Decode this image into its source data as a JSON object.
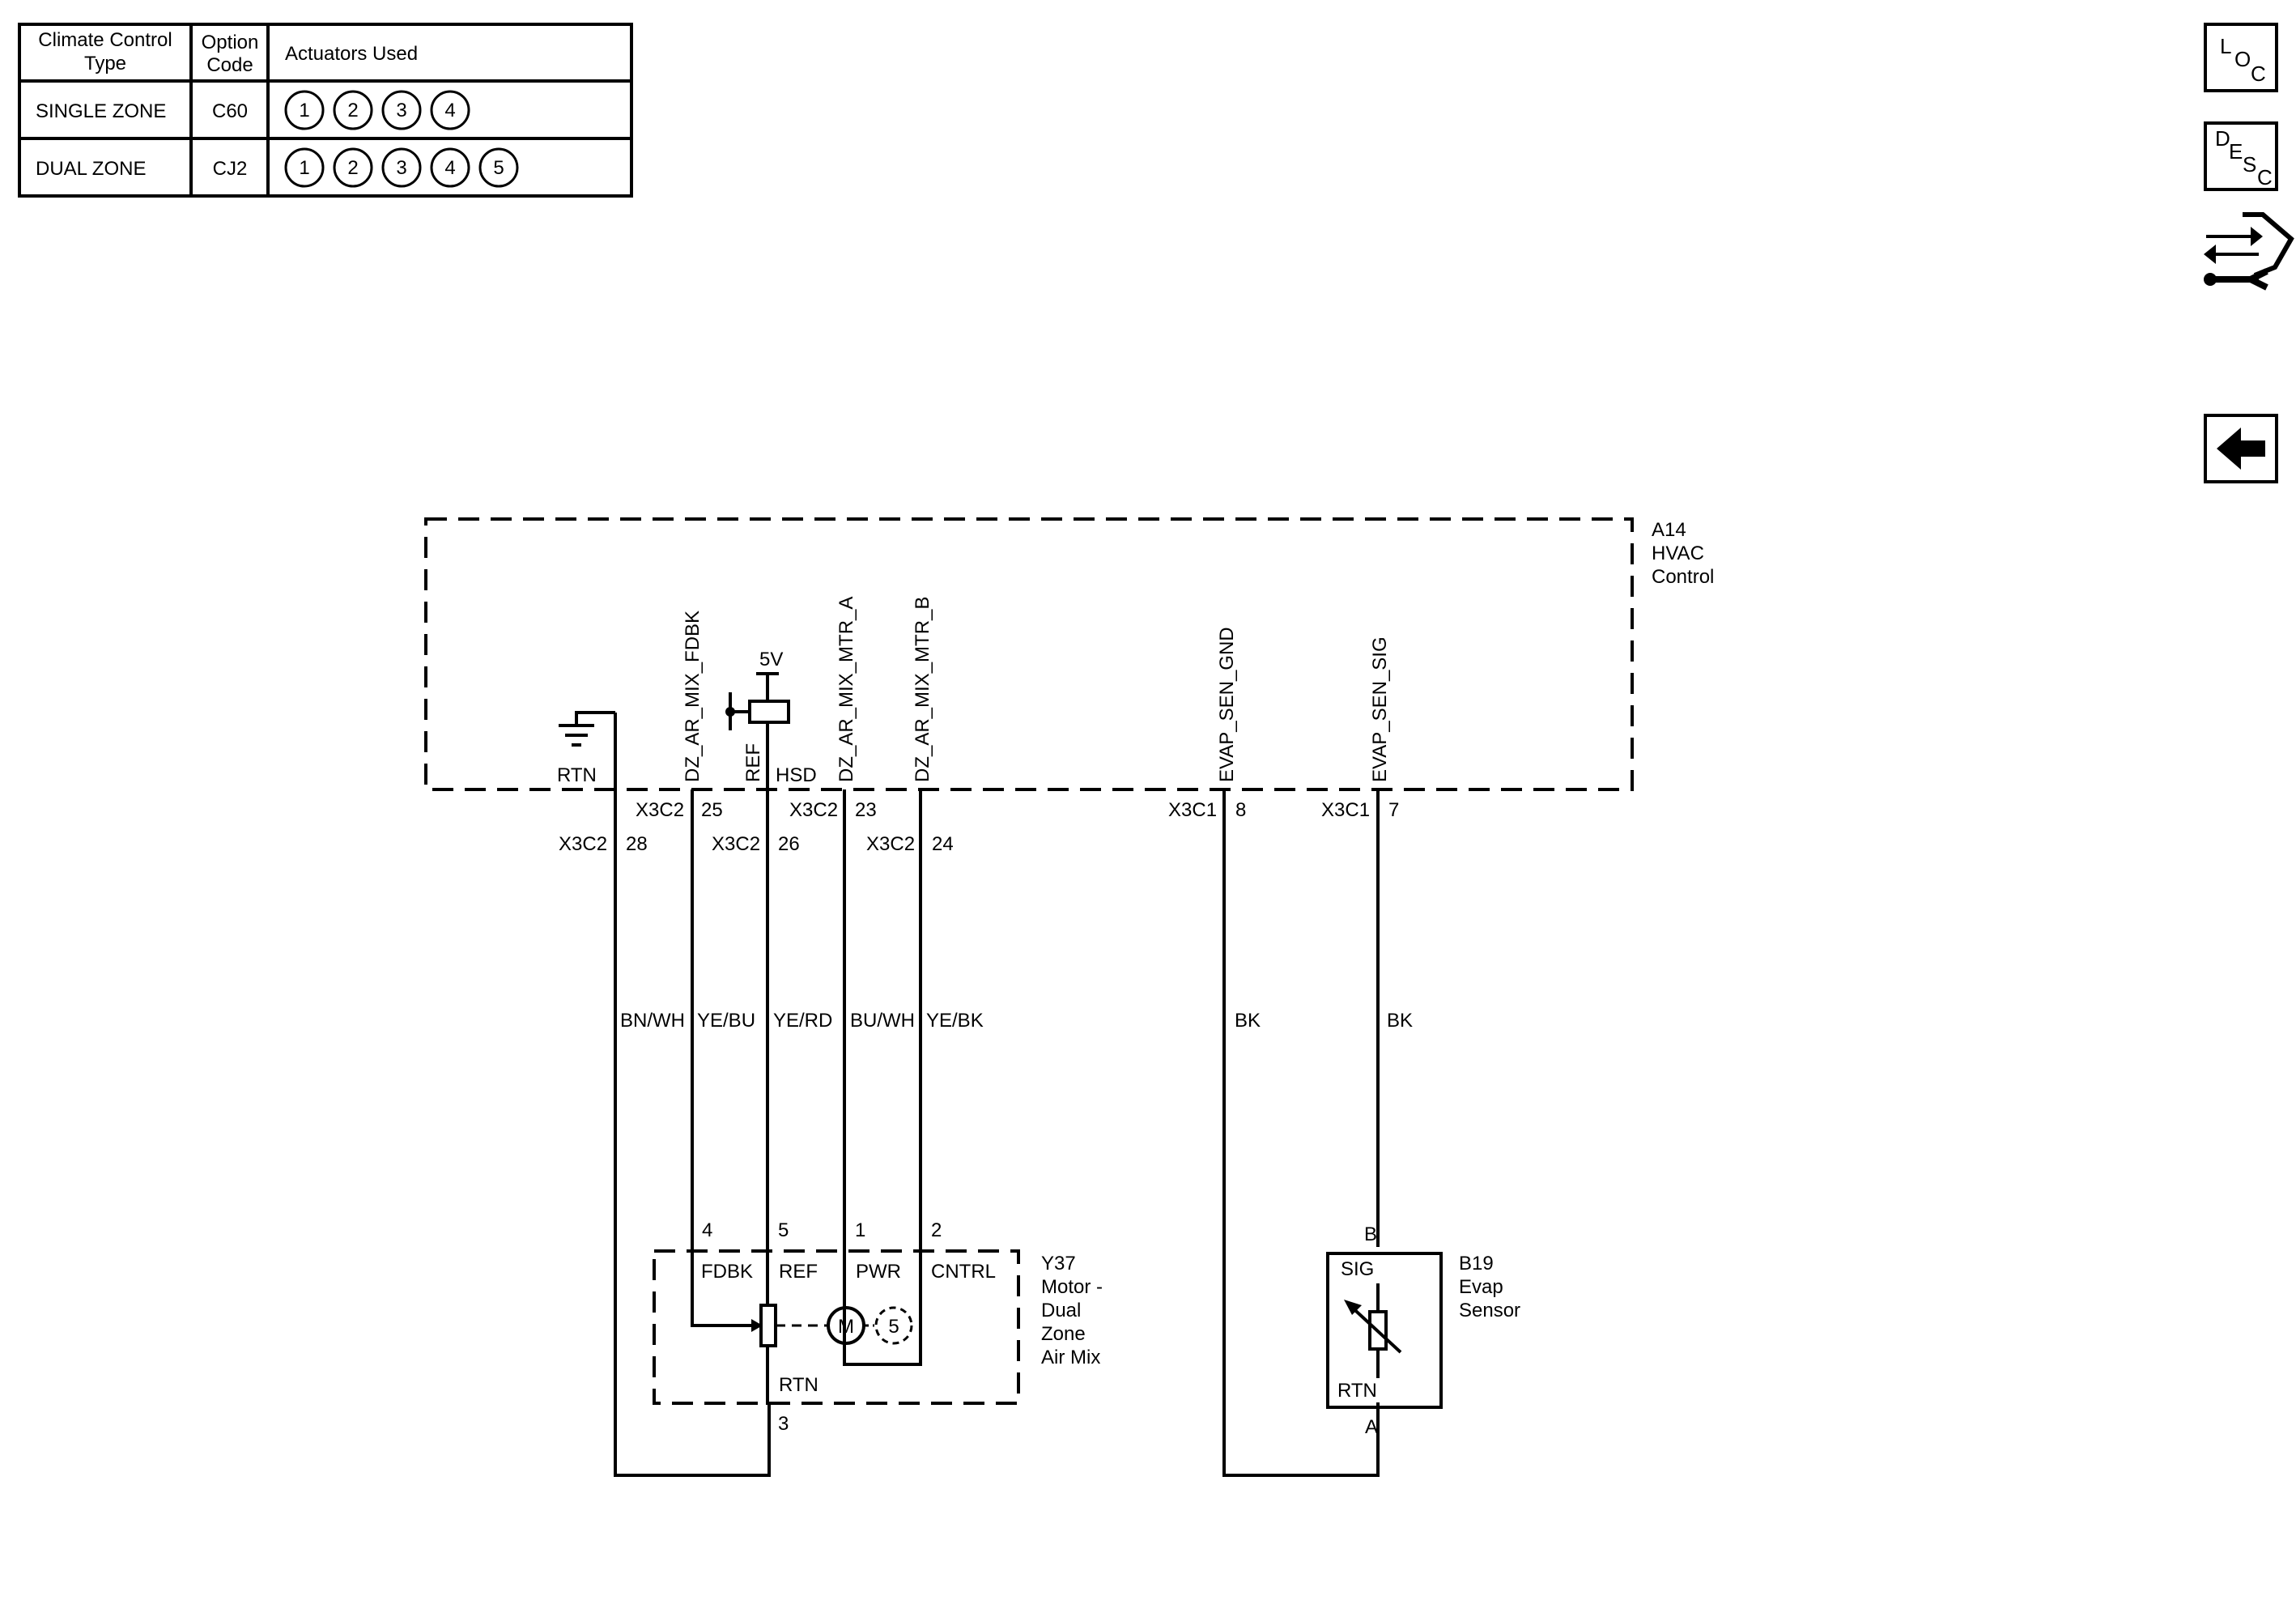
{
  "option_table": {
    "headers": [
      "Climate Control\nType",
      "Option\nCode",
      "Actuators Used"
    ],
    "rows": [
      {
        "type": "SINGLE ZONE",
        "code": "C60",
        "actuators": [
          "1",
          "2",
          "3",
          "4"
        ]
      },
      {
        "type": "DUAL ZONE",
        "code": "CJ2",
        "actuators": [
          "1",
          "2",
          "3",
          "4",
          "5"
        ]
      }
    ]
  },
  "nav": {
    "loc": [
      "L",
      "O",
      "C"
    ],
    "desc": [
      "D",
      "E",
      "S",
      "C"
    ],
    "connector_icon": "connector-end-view-icon",
    "back_icon": "back-arrow-icon"
  },
  "hvac_module": {
    "ref": "A14",
    "name_line1": "HVAC",
    "name_line2": "Control",
    "rtn_label": "RTN",
    "ref_label": "REF",
    "hsd_label": "HSD",
    "supply_label": "5V"
  },
  "circuits": [
    {
      "id": "rtn",
      "signal": "",
      "upper_conn": "",
      "upper_pin": "",
      "lower_conn": "X3C2",
      "lower_pin": "28",
      "wire_color": "BN/WH"
    },
    {
      "id": "fdbk",
      "signal": "DZ_AR_MIX_FDBK",
      "upper_conn": "X3C2",
      "upper_pin": "25",
      "lower_conn": "",
      "lower_pin": "",
      "wire_color": "YE/BU"
    },
    {
      "id": "ref",
      "signal": "",
      "upper_conn": "",
      "upper_pin": "",
      "lower_conn": "X3C2",
      "lower_pin": "26",
      "wire_color": "YE/RD"
    },
    {
      "id": "mtr_a",
      "signal": "DZ_AR_MIX_MTR_A",
      "upper_conn": "X3C2",
      "upper_pin": "23",
      "lower_conn": "",
      "lower_pin": "",
      "wire_color": "BU/WH"
    },
    {
      "id": "mtr_b",
      "signal": "DZ_AR_MIX_MTR_B",
      "upper_conn": "",
      "upper_pin": "",
      "lower_conn": "X3C2",
      "lower_pin": "24",
      "wire_color": "YE/BK"
    },
    {
      "id": "evap_gnd",
      "signal": "EVAP_SEN_GND",
      "upper_conn": "X3C1",
      "upper_pin": "8",
      "lower_conn": "",
      "lower_pin": "",
      "wire_color": "BK"
    },
    {
      "id": "evap_sig",
      "signal": "EVAP_SEN_SIG",
      "upper_conn": "X3C1",
      "upper_pin": "7",
      "lower_conn": "",
      "lower_pin": "",
      "wire_color": "BK"
    }
  ],
  "motor": {
    "ref": "Y37",
    "name_lines": [
      "Motor -",
      "Dual",
      "Zone",
      "Air Mix"
    ],
    "pins": [
      "4",
      "5",
      "1",
      "2",
      "3"
    ],
    "pin_labels": [
      "FDBK",
      "REF",
      "PWR",
      "CNTRL"
    ],
    "rtn_label": "RTN",
    "motor_symbol": "M",
    "actuator_number": "5"
  },
  "sensor": {
    "ref": "B19",
    "name_lines": [
      "Evap",
      "Sensor"
    ],
    "pin_top": "B",
    "pin_bottom": "A",
    "sig_label": "SIG",
    "rtn_label": "RTN"
  }
}
